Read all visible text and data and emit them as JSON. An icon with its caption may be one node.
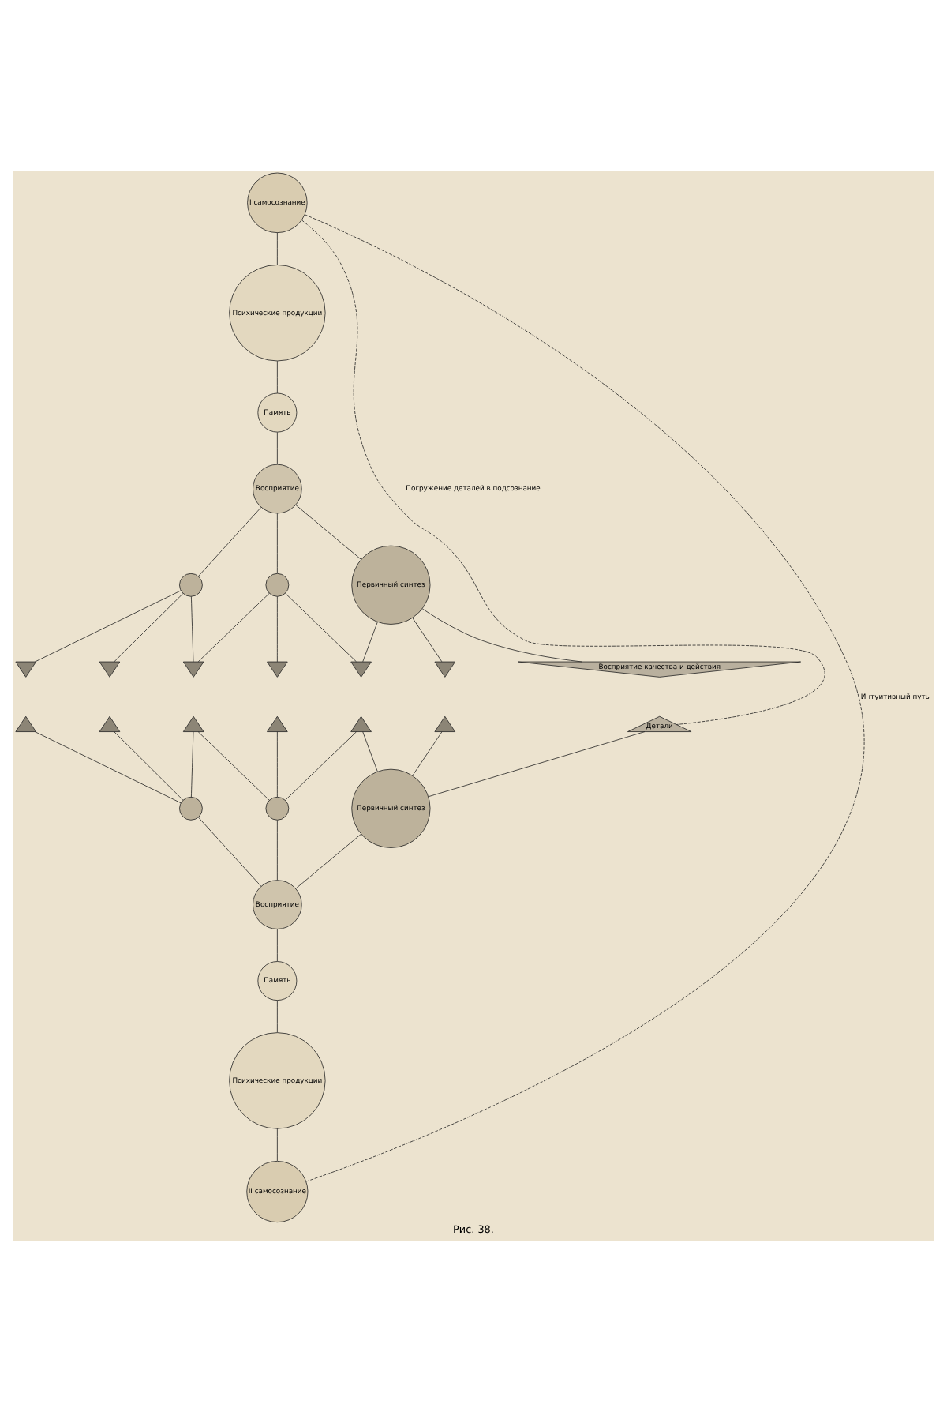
{
  "diagram": {
    "caption": "Рис. 38.",
    "nodes": [
      {
        "text": [
          "I самосознание"
        ]
      },
      {
        "text": [
          "Психические продукции"
        ]
      },
      {
        "text": [
          "Память"
        ]
      },
      {
        "text": [
          "Восприятие"
        ]
      },
      {
        "text": [],
        "shape": "circle"
      },
      {
        "text": [],
        "shape": "circle"
      },
      {
        "text": [
          "Первичный синтез"
        ]
      },
      {
        "text": [],
        "shape": "triangle"
      },
      {
        "text": [],
        "shape": "triangle"
      },
      {
        "text": [],
        "shape": "triangle"
      },
      {
        "text": [],
        "shape": "triangle"
      },
      {
        "text": [],
        "shape": "triangle"
      },
      {
        "text": [],
        "shape": "triangle"
      },
      {
        "text": [
          "Восприятие качества и действия"
        ]
      },
      {
        "text": [],
        "shape": "triangle"
      },
      {
        "text": [],
        "shape": "triangle"
      },
      {
        "text": [],
        "shape": "triangle"
      },
      {
        "text": [],
        "shape": "triangle"
      },
      {
        "text": [],
        "shape": "triangle"
      },
      {
        "text": [],
        "shape": "triangle"
      },
      {
        "text": [
          "Детали"
        ]
      },
      {
        "text": [],
        "shape": "circle"
      },
      {
        "text": [],
        "shape": "circle"
      },
      {
        "text": [
          "Первичный синтез"
        ]
      },
      {
        "text": [
          "Восприятие"
        ]
      },
      {
        "text": [
          "Память"
        ]
      },
      {
        "text": [
          "Психические продукции"
        ]
      },
      {
        "text": [
          "II самосознание"
        ]
      }
    ],
    "edges": [
      {
        "from": 0,
        "to": 1,
        "arrow": "none"
      },
      {
        "from": 1,
        "to": 2,
        "arrow": "none"
      },
      {
        "from": 2,
        "to": 3,
        "arrow": "none"
      },
      {
        "from": 3,
        "to": 4,
        "arrow": "none"
      },
      {
        "from": 3,
        "to": 5,
        "arrow": "none"
      },
      {
        "from": 3,
        "to": 6,
        "arrow": "none"
      },
      {
        "from": 4,
        "to": 7,
        "arrow": "none"
      },
      {
        "from": 4,
        "to": 8,
        "arrow": "none"
      },
      {
        "from": 4,
        "to": 9,
        "arrow": "none"
      },
      {
        "from": 5,
        "to": 9,
        "arrow": "none"
      },
      {
        "from": 5,
        "to": 10,
        "arrow": "none"
      },
      {
        "from": 5,
        "to": 11,
        "arrow": "none"
      },
      {
        "from": 6,
        "to": 11,
        "arrow": "none"
      },
      {
        "from": 6,
        "to": 12,
        "arrow": "none"
      },
      {
        "from": 6,
        "to": 13,
        "arrow": "none"
      },
      {
        "from": 14,
        "to": 21,
        "arrow": "none"
      },
      {
        "from": 15,
        "to": 21,
        "arrow": "none"
      },
      {
        "from": 16,
        "to": 21,
        "arrow": "none"
      },
      {
        "from": 16,
        "to": 22,
        "arrow": "none"
      },
      {
        "from": 17,
        "to": 22,
        "arrow": "none"
      },
      {
        "from": 18,
        "to": 22,
        "arrow": "none"
      },
      {
        "from": 18,
        "to": 23,
        "arrow": "none"
      },
      {
        "from": 19,
        "to": 23,
        "arrow": "none"
      },
      {
        "from": 20,
        "to": 23,
        "arrow": "none"
      },
      {
        "from": 21,
        "to": 24,
        "arrow": "none"
      },
      {
        "from": 22,
        "to": 24,
        "arrow": "none"
      },
      {
        "from": 23,
        "to": 24,
        "arrow": "none"
      },
      {
        "from": 24,
        "to": 25,
        "arrow": "none"
      },
      {
        "from": 25,
        "to": 26,
        "arrow": "none"
      },
      {
        "from": 26,
        "to": 27,
        "arrow": "none"
      },
      {
        "from": 0,
        "to": 27,
        "arrow": "none",
        "style": "dashed",
        "label": "Интуитивный путь"
      },
      {
        "from": 0,
        "to": 20,
        "arrow": "none",
        "style": "dashed",
        "label": "Погружение деталей в подсознание"
      }
    ]
  }
}
